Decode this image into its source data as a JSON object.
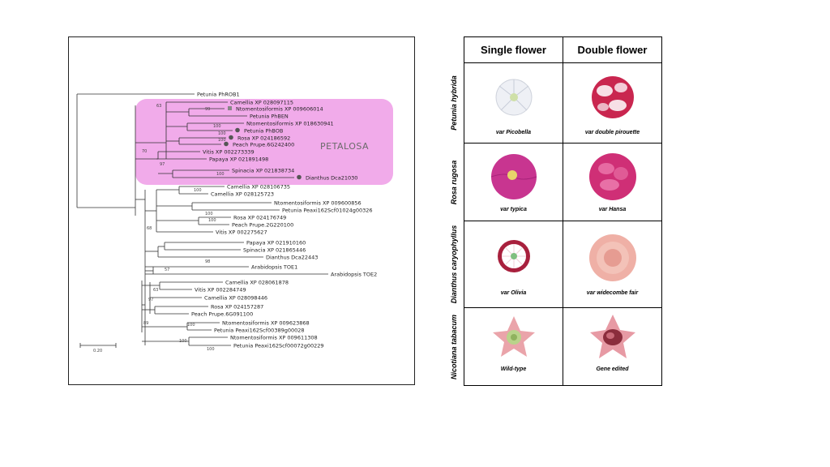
{
  "tree": {
    "clade_label": "PETALOSA",
    "scale_label": "0.20",
    "colors": {
      "highlight": "#ee9ce6",
      "branch": "#333333"
    },
    "taxa": [
      "Petunia PhROB1",
      "Camellia XP 028097115",
      "Ntomentosiformis XP 009606014",
      "Petunia PhBEN",
      "Ntomentosiformis XP 018630941",
      "Petunia PhBOB",
      "Rosa XP 024186592",
      "Peach Prupe.6G242400",
      "Vitis XP 002273339",
      "Papaya XP 021891498",
      "Spinacia XP 021838734",
      "Dianthus Dca21030",
      "Camellia XP 028106735",
      "Camellia XP 028125723",
      "Ntomentosiformis XP 009600856",
      "Petunia Peaxi162Scf01024g00326",
      "Rosa XP 024176749",
      "Peach Prupe.2G220100",
      "Vitis XP 002275627",
      "Papaya XP 021910160",
      "Spinacia XP 021865446",
      "Dianthus Dca22443",
      "Arabidopsis TOE1",
      "Arabidopsis TOE2",
      "Camellia XP 028061878",
      "Vitis XP 002284749",
      "Camellia XP 028098446",
      "Rosa XP 024157287",
      "Peach Prupe.6G091100",
      "Ntomentosiformis XP 009623868",
      "Petunia Peaxi162Scf00389g00028",
      "Ntomentosiformis XP 009611308",
      "Petunia Peaxi162Scf00072g00229"
    ],
    "bootstrap": [
      "63",
      "99",
      "100",
      "100",
      "100",
      "70",
      "97",
      "100",
      "100",
      "100",
      "68",
      "100",
      "98",
      "57",
      "63",
      "97",
      "89",
      "100",
      "100",
      "100"
    ]
  },
  "table": {
    "headers": {
      "single": "Single flower",
      "double": "Double flower"
    },
    "rows": [
      {
        "species": "Petunia hybrida",
        "single_caption": "var Picobella",
        "double_caption": "var double pirouette"
      },
      {
        "species": "Rosa rugosa",
        "single_caption": "var typica",
        "double_caption": "var Hansa"
      },
      {
        "species": "Dianthus caryophyllus",
        "single_caption": "var Olivia",
        "double_caption": "var widecombe fair"
      },
      {
        "species": "Nicotiana tabacum",
        "single_caption": "Wild-type",
        "double_caption": "Gene edited"
      }
    ]
  }
}
